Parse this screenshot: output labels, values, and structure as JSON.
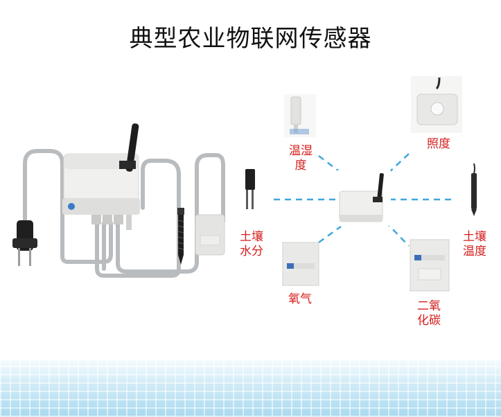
{
  "title": "典型农业物联网传感器",
  "sensors": {
    "temp_humidity": {
      "line1": "温湿",
      "line2": "度"
    },
    "illuminance": {
      "line1": "照度"
    },
    "soil_moisture": {
      "line1": "土壤",
      "line2": "水分"
    },
    "soil_temperature": {
      "line1": "土壤",
      "line2": "温度"
    },
    "oxygen": {
      "line1": "氧气"
    },
    "co2": {
      "line1": "二氧",
      "line2": "化碳"
    }
  },
  "colors": {
    "label": "#d61c1c",
    "dashed_link": "#3fa6dc",
    "band": "#a9d9ef"
  }
}
